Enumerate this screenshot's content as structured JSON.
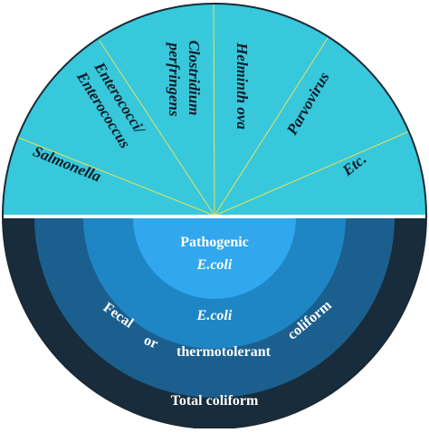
{
  "top_half": {
    "sectors": [
      {
        "lines": [
          "Salmonella"
        ]
      },
      {
        "lines": [
          "Enterococci/",
          "Enterococcus"
        ]
      },
      {
        "lines": [
          "Clostridium",
          "perfringens"
        ]
      },
      {
        "lines": [
          "Helminth ova"
        ]
      },
      {
        "lines": [
          "Parvovirus"
        ]
      },
      {
        "lines": [
          "Etc."
        ]
      }
    ]
  },
  "bottom_half": {
    "pathogenic": {
      "line1": "Pathogenic",
      "line2": "E.coli"
    },
    "ecoli": "E.coli",
    "fecal_words": [
      "Fecal",
      "or",
      "thermotolerant",
      "coliform"
    ],
    "total": "Total coliform"
  },
  "colors": {
    "top_fill": "#37c8dc",
    "spoke": "#e7e15a",
    "outline": "#1b2a35",
    "ring_total": "#182c3c",
    "ring_fecal": "#1b5f8e",
    "ring_ecoli": "#1f86c6",
    "ring_pathogenic": "#31a8ee",
    "separator": "#ffffff"
  }
}
